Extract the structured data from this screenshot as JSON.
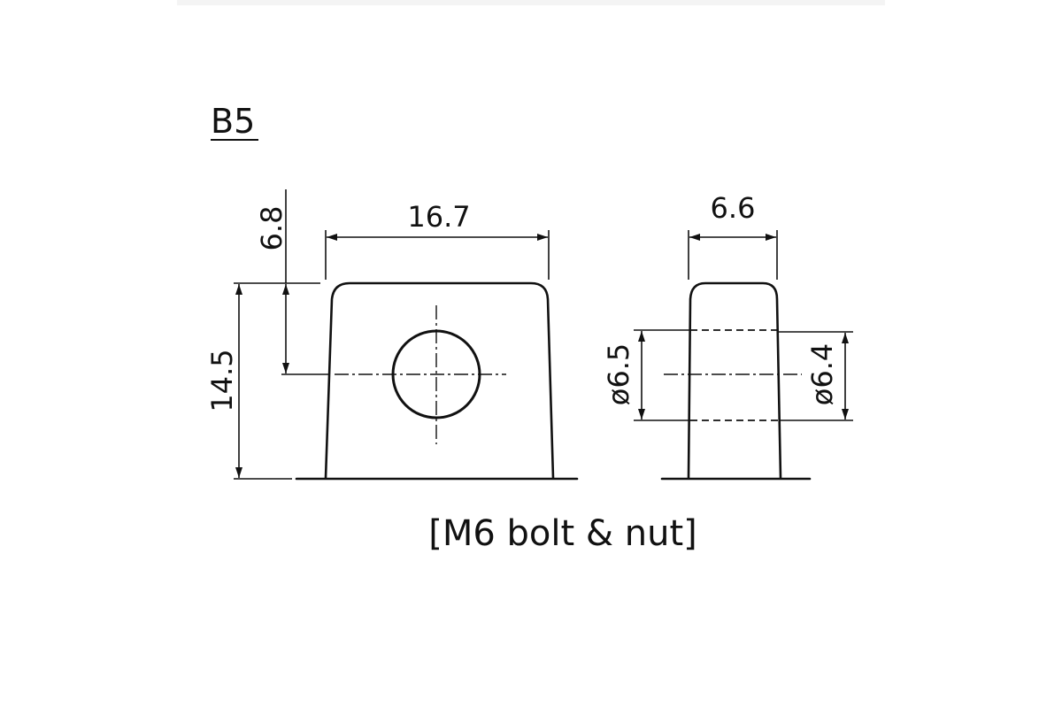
{
  "title": "B5",
  "front_view": {
    "height_label": "14.5",
    "hole_offset_label": "6.8",
    "width_label": "16.7"
  },
  "side_view": {
    "width_label": "6.6",
    "left_diameter_label": "ø6.5",
    "right_diameter_label": "ø6.4"
  },
  "caption": "[M6 bolt & nut]",
  "colors": {
    "line": "#111111",
    "background": "#ffffff",
    "top_band": "#f4f4f4"
  }
}
